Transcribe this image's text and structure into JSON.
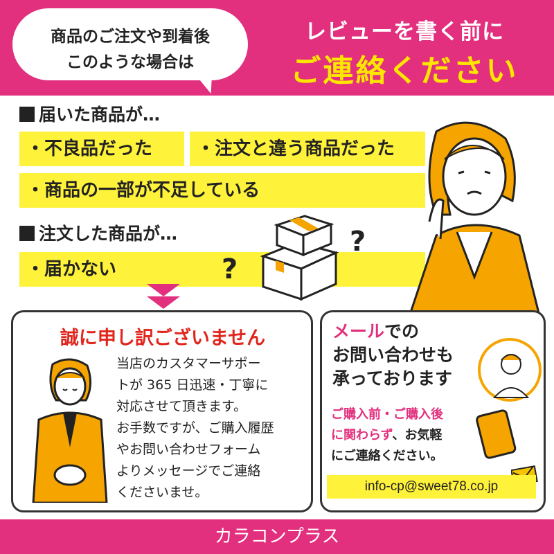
{
  "header": {
    "bubble_line1": "商品のご注文や到着後",
    "bubble_line2": "このような場合は",
    "title_line1": "レビューを書く前に",
    "title_line2": "ご連絡ください"
  },
  "sections": [
    {
      "heading": "届いた商品が…",
      "items": [
        "・不良品だった",
        "・注文と違う商品だった",
        "・商品の一部が不足している"
      ]
    },
    {
      "heading": "注文した商品が…",
      "items": [
        "・届かない"
      ]
    }
  ],
  "apology": {
    "title": "誠に申し訳ございません",
    "lines": [
      "当店のカスタマーサポー",
      "トが 365 日迅速・丁寧に",
      "対応させて頂きます。",
      "お手数ですが、ご購入履歴",
      "やお問い合わせフォーム",
      "よりメッセージでご連絡",
      "くださいませ。"
    ]
  },
  "contact": {
    "title_pink": "メール",
    "title_rest1": "での",
    "title_line2": "お問い合わせも",
    "title_line3": "承っております",
    "note_pink1": "ご購入前・ご購入後",
    "note_pink2": "に関わらず",
    "note_rest2": "、お気軽",
    "note_line3": "にご連絡ください。",
    "email": "info-cp@sweet78.co.jp"
  },
  "footer": {
    "shop_name": "カラコンプラス"
  },
  "colors": {
    "brand_pink": "#e2307e",
    "highlight_yellow": "#fff23a",
    "title_yellow": "#ffe600",
    "apology_red": "#e0261d"
  }
}
